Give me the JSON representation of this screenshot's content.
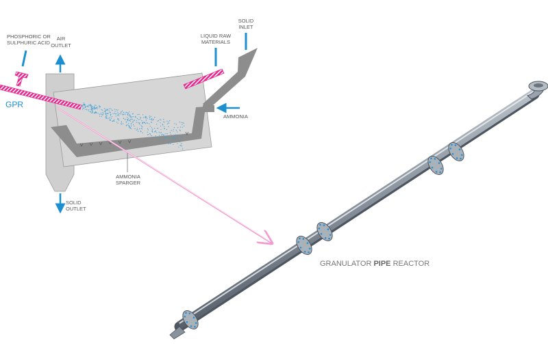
{
  "labels": {
    "acid": [
      "PHOSPHORIC OR",
      "SULPHURIC ACID"
    ],
    "air_outlet": [
      "AIR",
      "OUTLET"
    ],
    "liquid_raw": [
      "LIQUID RAW",
      "MATERIALS"
    ],
    "solid_inlet": [
      "SOLID",
      "INLET"
    ],
    "ammonia": "AMMONIA",
    "sparger": [
      "AMMONIA",
      "SPARGER"
    ],
    "solid_outlet": [
      "SOLID",
      "OUTLET"
    ],
    "gpr": "GPR"
  },
  "caption": {
    "part1": "GRANULATOR ",
    "part2": "PIPE",
    "part3": " REACTOR"
  },
  "colors": {
    "magenta": "#e8268f",
    "blue": "#1b8fd0",
    "gray": "#8a8a8a",
    "light": "#d4d4d4",
    "pointer": "#f29ad0"
  }
}
